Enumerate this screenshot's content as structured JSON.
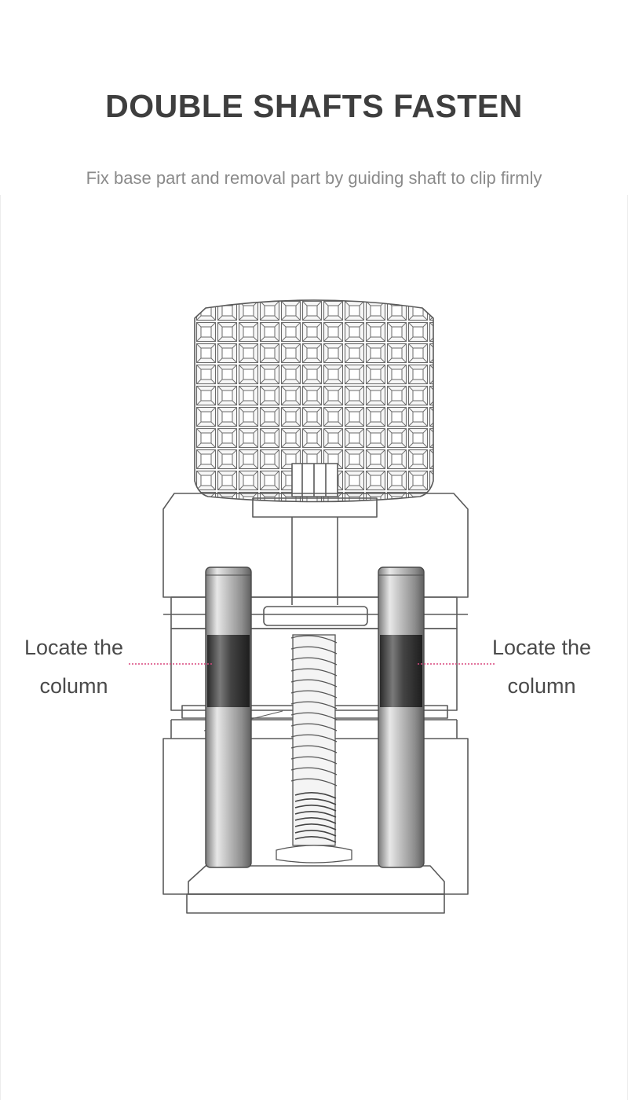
{
  "header": {
    "title": "DOUBLE SHAFTS FASTEN",
    "subtitle": "Fix base part and removal part by guiding shaft to clip firmly"
  },
  "callouts": {
    "left": {
      "line1": "Locate the",
      "line2": "column"
    },
    "right": {
      "line1": "Locate the",
      "line2": "column"
    }
  },
  "colors": {
    "title": "#3e3e3e",
    "subtitle": "#8a8a8a",
    "outline": "#5a5a5a",
    "callout_line": "#d9477e"
  },
  "icons": {
    "diagram": "fastener-assembly-icon"
  }
}
